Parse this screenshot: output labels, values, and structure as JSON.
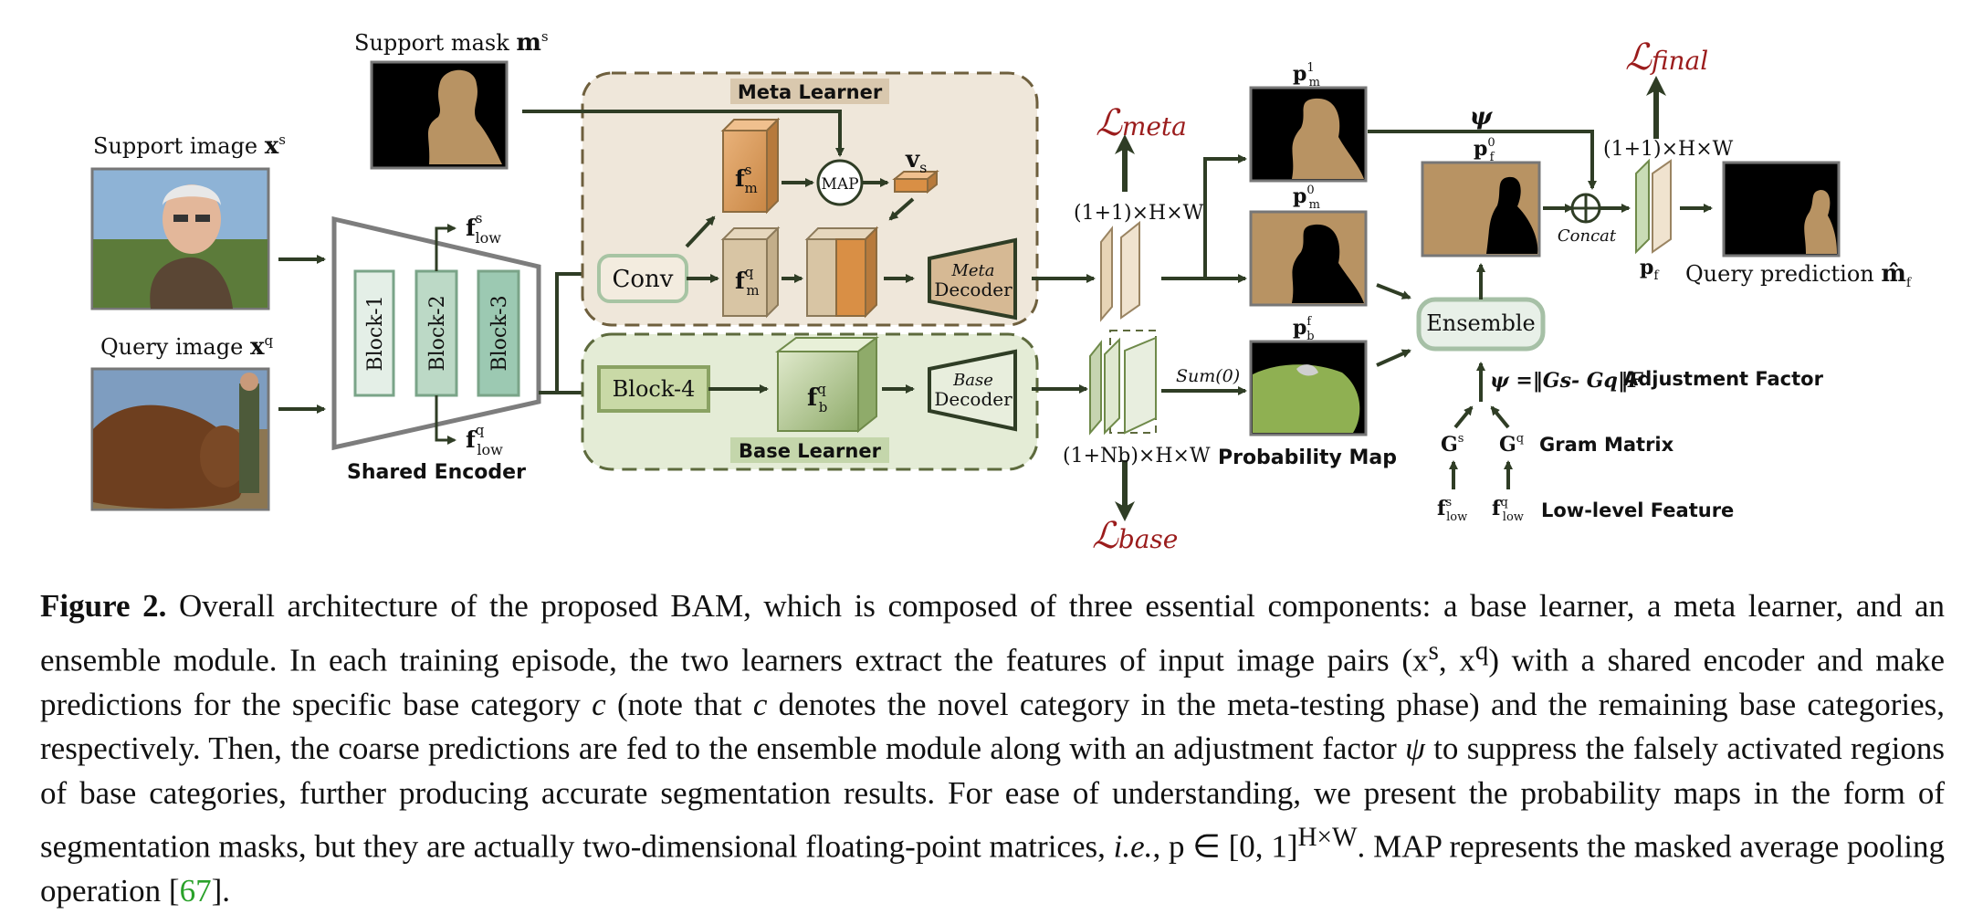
{
  "figure": {
    "support_mask_label": "Support mask",
    "support_mask_symbol": "m",
    "support_mask_sup": "s",
    "support_image_label": "Support image",
    "support_image_symbol": "x",
    "support_image_sup": "s",
    "query_image_label": "Query image",
    "query_image_symbol": "x",
    "query_image_sup": "q",
    "encoder": {
      "title": "Shared Encoder",
      "blocks": [
        "Block-1",
        "Block-2",
        "Block-3"
      ],
      "flow_sup": "s",
      "flow_sub": "low",
      "fqlow_sup": "q",
      "fqlow_sub": "low"
    },
    "meta_learner": {
      "title": "Meta Learner",
      "conv": "Conv",
      "map": "MAP",
      "fm_s_sup": "s",
      "fm_q_sup": "q",
      "fm_sub": "m",
      "vs_label": "v",
      "vs_sub": "s",
      "decoder_top": "Meta",
      "decoder_bottom": "Decoder"
    },
    "base_learner": {
      "title": "Base Learner",
      "block4": "Block-4",
      "fb_sup": "q",
      "fb_sub": "b",
      "decoder_top": "Base",
      "decoder_bottom": "Decoder"
    },
    "loss_meta": "meta",
    "loss_base": "base",
    "loss_final": "final",
    "meta_dim": "(1+1)×H×W",
    "base_dim": "(1+Nb)×H×W",
    "final_dim": "(1+1)×H×W",
    "sum_label": "Sum(0)",
    "pm1_sup": "1",
    "pm0_sup": "0",
    "pbf_sup": "f",
    "pf0_sup": "0",
    "psi_label": "ψ",
    "concat_label": "Concat",
    "pf_label": "p",
    "pf_sub": "f",
    "ensemble_label": "Ensemble",
    "query_prediction_label": "Query prediction",
    "prob_map_label": "Probability Map",
    "adjustment_formula": "ψ =‖Gs- Gq‖F",
    "adjustment_label": "Adjustment Factor",
    "gram_label": "Gram Matrix",
    "lowlevel_label": "Low-level Feature"
  },
  "caption": {
    "lead": "Figure 2.",
    "text_1": "Overall architecture of the proposed BAM, which is composed of three essential components: a base learner, a meta learner, and an ensemble module. In each training episode, the two learners extract the features of input image pairs (x",
    "text_2": ", x",
    "text_3": ") with a shared encoder and make predictions for the specific base category ",
    "c1": "c",
    "text_4": " (note that ",
    "c2": "c",
    "text_5": " denotes the novel category in the meta-testing phase) and the remaining base categories, respectively. Then, the coarse predictions are fed to the ensemble module along with an adjustment factor ",
    "psi": "ψ",
    "text_6": " to suppress the falsely activated regions of base categories, further producing accurate segmentation results. For ease of understanding, we present the probability maps in the form of segmentation masks, but they are actually two-dimensional floating-point matrices, ",
    "ie": "i.e.",
    "text_7": ", p ∈ [0, 1]",
    "hw": "H×W",
    "text_8": ". MAP represents the masked average pooling operation [",
    "cite": "67",
    "text_9": "]."
  }
}
